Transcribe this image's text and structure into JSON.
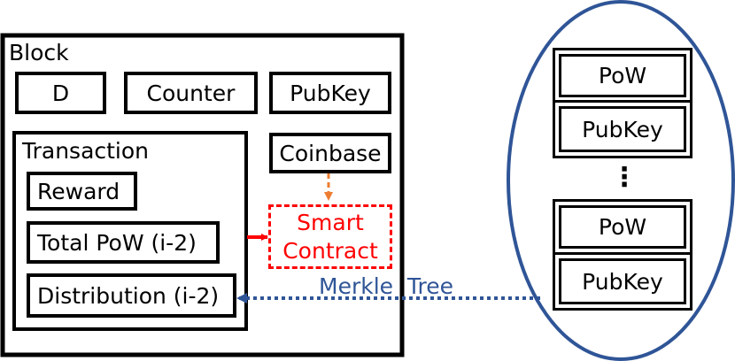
{
  "block": {
    "title": "Block",
    "fields": [
      "D",
      "Counter",
      "PubKey",
      "Coinbase"
    ],
    "transaction": {
      "title": "Transaction",
      "items": [
        "Reward",
        "Total PoW (i-2)",
        "Distribution (i-2)"
      ]
    }
  },
  "smart_contract": {
    "line1": "Smart",
    "line2": "Contract"
  },
  "merkle_label": "Merkle  Tree",
  "tree": {
    "top": {
      "pow": "PoW",
      "pubkey": "PubKey"
    },
    "ellipsis": "⋮",
    "bottom": {
      "pow": "PoW",
      "pubkey": "PubKey"
    }
  },
  "colors": {
    "red": "#ff0000",
    "orange": "#ed7d31",
    "blue": "#2f5597"
  }
}
